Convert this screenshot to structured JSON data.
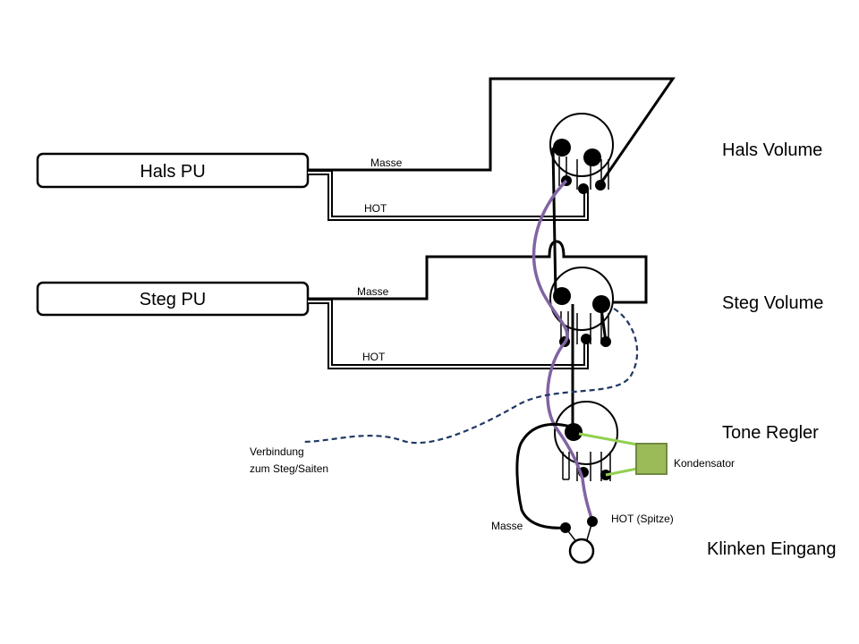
{
  "pickups": {
    "neck": "Hals PU",
    "bridge": "Steg PU"
  },
  "controls": {
    "neck_volume": "Hals Volume",
    "bridge_volume": "Steg Volume",
    "tone": "Tone Regler",
    "jack": "Klinken Eingang"
  },
  "wires": {
    "neck_ground": "Masse",
    "neck_hot": "HOT",
    "bridge_ground": "Masse",
    "bridge_hot": "HOT",
    "jack_ground": "Masse",
    "jack_hot": "HOT (Spitze)"
  },
  "capacitor": "Kondensator",
  "bridge_connection": {
    "line1": "Verbindung",
    "line2": "zum Steg/Saiten"
  },
  "colors": {
    "wire": "#000000",
    "signal": "#8064a2",
    "capacitor_leads": "#92d050",
    "capacitor_body": "#9bbb59",
    "capacitor_border": "#71893f",
    "bridge_ground": "#1f3864"
  }
}
